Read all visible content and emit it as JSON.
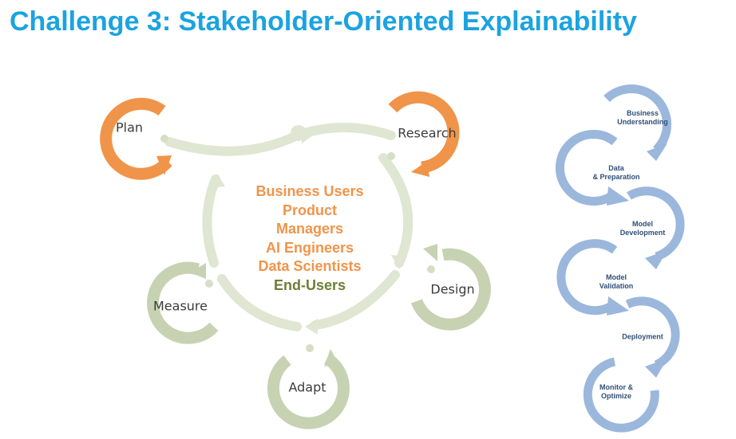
{
  "title": "Challenge 3: Stakeholder-Oriented Explainability",
  "stakeholders": [
    {
      "label": "Business Users",
      "color": "#f0944a"
    },
    {
      "label": "Product",
      "color": "#f0944a"
    },
    {
      "label": "Managers",
      "color": "#f0944a"
    },
    {
      "label": "AI Engineers",
      "color": "#f0944a"
    },
    {
      "label": "Data Scientists",
      "color": "#f0944a"
    },
    {
      "label": "End-Users",
      "color": "#6b7f33"
    }
  ],
  "cycle_nodes": {
    "plan": {
      "label": "Plan",
      "color": "#f0944a"
    },
    "research": {
      "label": "Research",
      "color": "#f0944a"
    },
    "design": {
      "label": "Design",
      "color": "#b5c49a"
    },
    "adapt": {
      "label": "Adapt",
      "color": "#b5c49a"
    },
    "measure": {
      "label": "Measure",
      "color": "#b5c49a"
    }
  },
  "lifecycle_steps": [
    {
      "label": "Business\nUnderstanding"
    },
    {
      "label": "Data\n& Preparation"
    },
    {
      "label": "Model\nDevelopment"
    },
    {
      "label": "Model\nValidation"
    },
    {
      "label": "Deployment"
    },
    {
      "label": "Monitor &\nOptimize"
    }
  ],
  "colors": {
    "title": "#1ba3e0",
    "orange": "#f0944a",
    "sage": "#b5c49a",
    "sage_light": "#dfe6d2",
    "blue_step": "#9bb7dc",
    "step_text": "#2f4f76"
  }
}
